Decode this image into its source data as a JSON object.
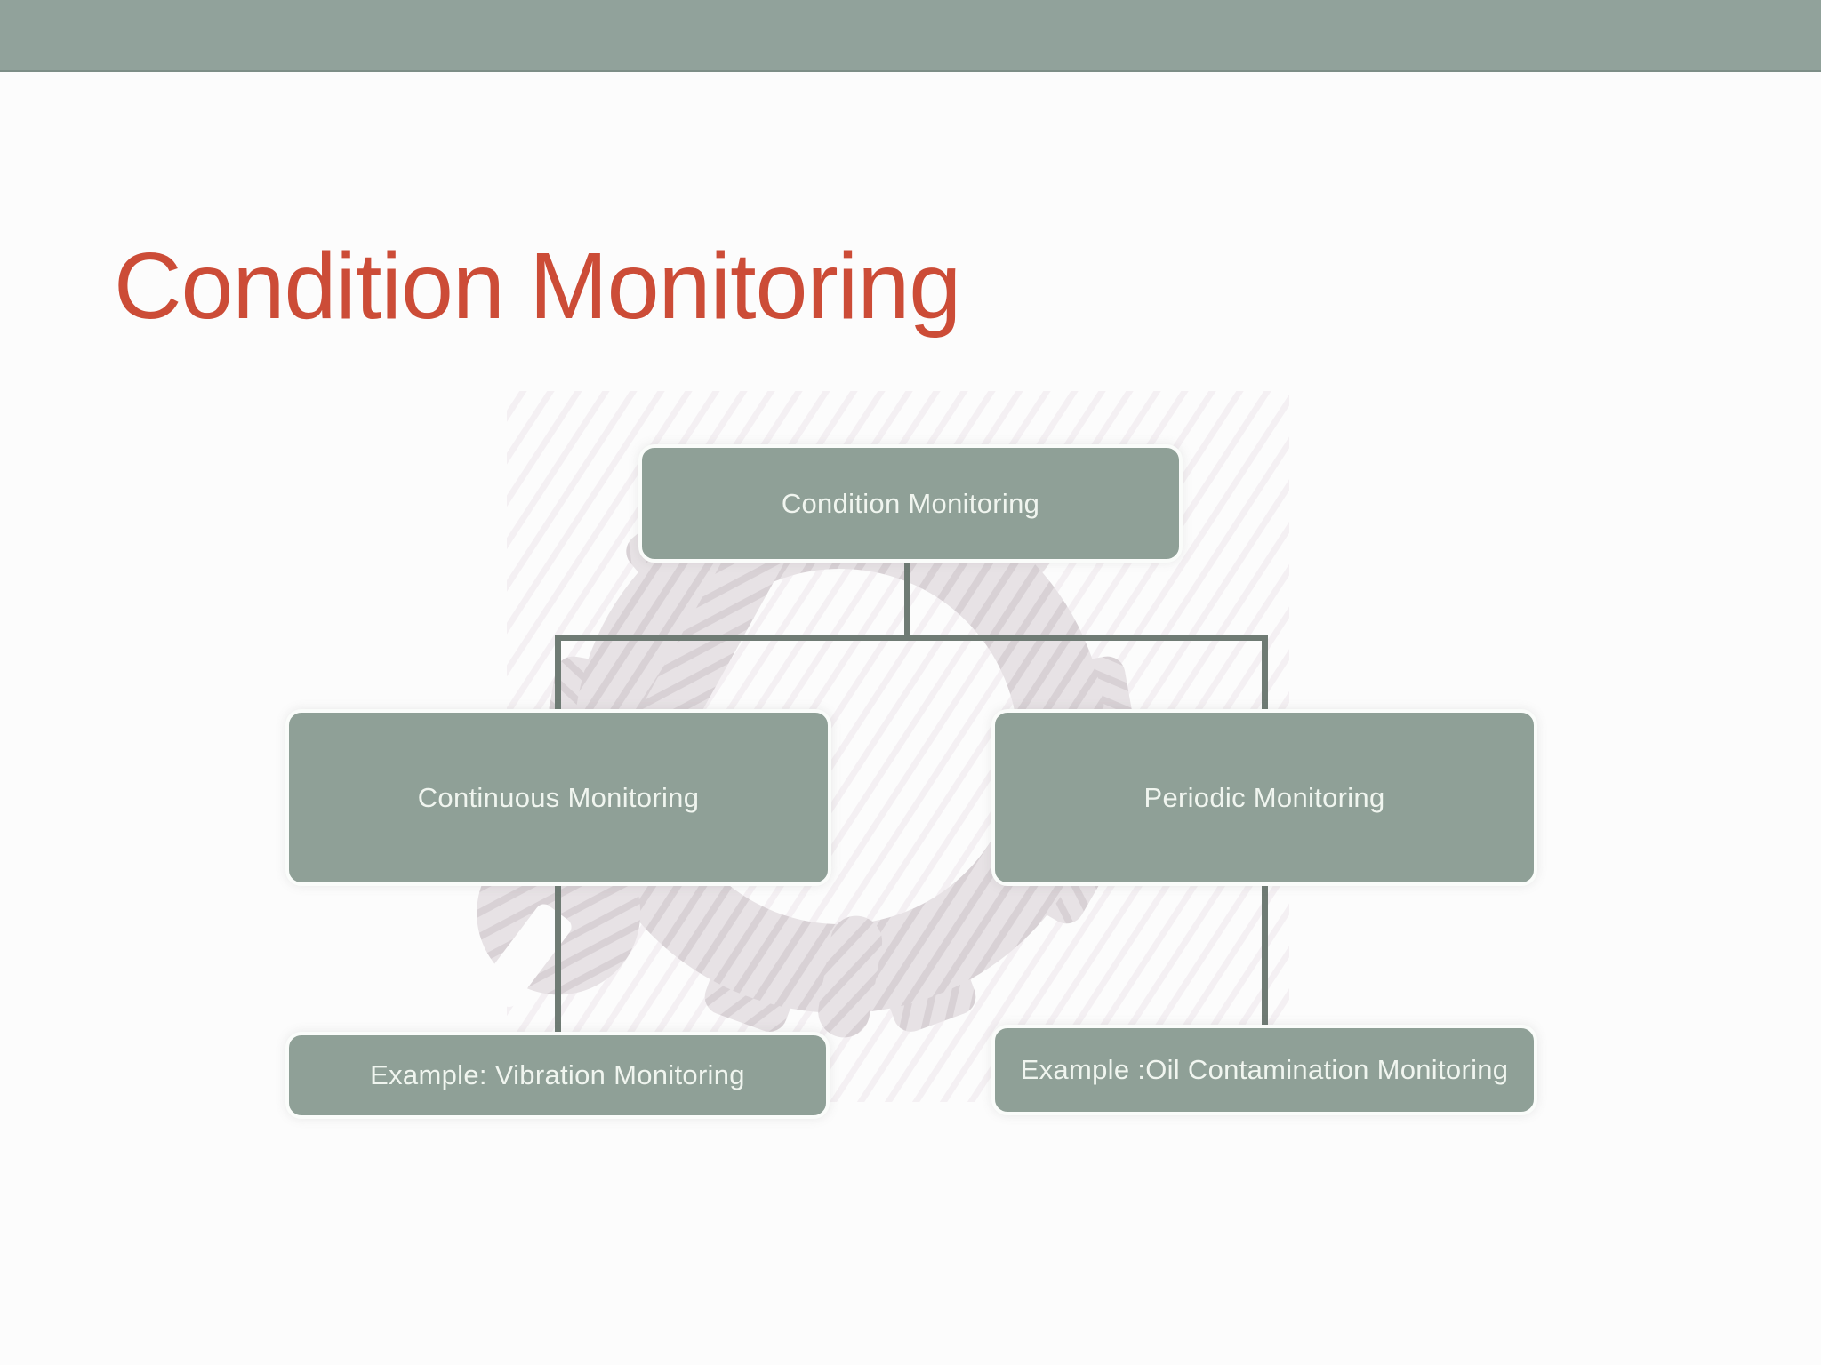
{
  "theme": {
    "background-color": "#FCFCFC",
    "header-bar-color": "#91A29B",
    "title-color": "#CC4C37",
    "box-fill-color": "#8FA097",
    "box-text-color": "#F0F5EF",
    "connector-color": "#6F7B74",
    "watermark-color": "#E7E2E5",
    "watermark-stripe-color": "#D8D1D5",
    "watermark-faint-stripe-color": "#F4F0F3"
  },
  "slide": {
    "title": "Condition Monitoring"
  },
  "diagram": {
    "root": {
      "label": "Condition Monitoring"
    },
    "branches": [
      {
        "label": "Continuous Monitoring",
        "example": "Example: Vibration Monitoring"
      },
      {
        "label": "Periodic Monitoring",
        "example": "Example :Oil Contamination Monitoring"
      }
    ]
  }
}
